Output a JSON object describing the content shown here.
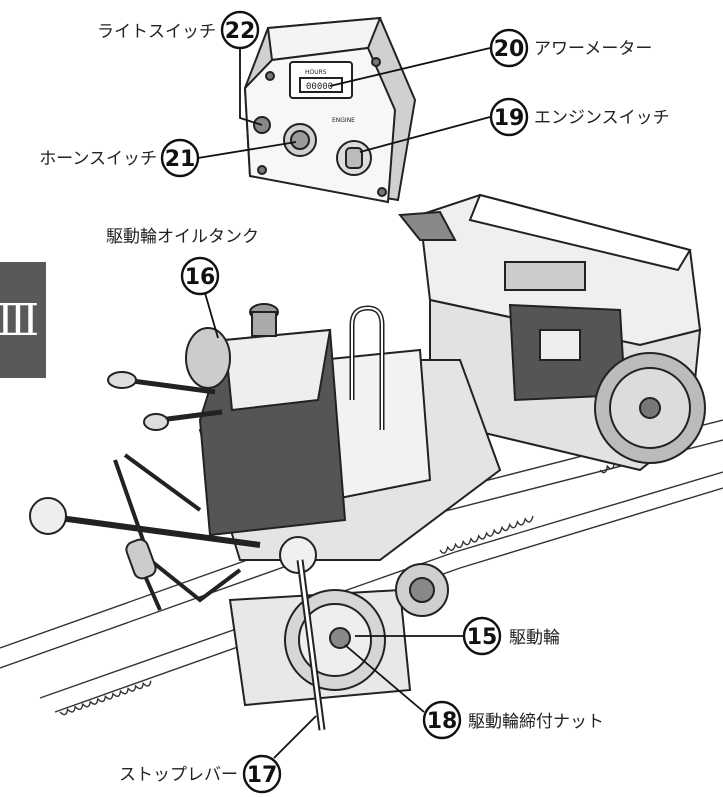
{
  "side_tab": {
    "label": "Ⅲ",
    "color": "#595959"
  },
  "callouts": [
    {
      "id": "22",
      "number": "22",
      "label": "ライトスイッチ"
    },
    {
      "id": "20",
      "number": "20",
      "label": "アワーメーター"
    },
    {
      "id": "19",
      "number": "19",
      "label": "エンジンスイッチ"
    },
    {
      "id": "21",
      "number": "21",
      "label": "ホーンスイッチ"
    },
    {
      "id": "16",
      "number": "16",
      "label": "駆動輪オイルタンク"
    },
    {
      "id": "15",
      "number": "15",
      "label": "駆動輪"
    },
    {
      "id": "18",
      "number": "18",
      "label": "駆動輪締付ナット"
    },
    {
      "id": "17",
      "number": "17",
      "label": "ストップレバー"
    }
  ],
  "panel": {
    "meter_small": "HOURS",
    "meter_value": "00000",
    "knob_text": "ENGINE"
  }
}
